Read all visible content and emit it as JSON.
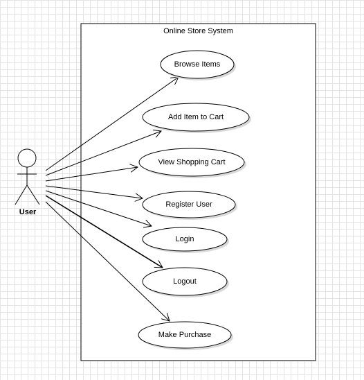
{
  "diagram": {
    "system_title": "Online Store System",
    "actor_label": "User",
    "use_cases": [
      {
        "id": "browse",
        "label": "Browse Items"
      },
      {
        "id": "add-cart",
        "label": "Add Item to Cart"
      },
      {
        "id": "view-cart",
        "label": "View Shopping Cart"
      },
      {
        "id": "register",
        "label": "Register User"
      },
      {
        "id": "login",
        "label": "Login"
      },
      {
        "id": "logout",
        "label": "Logout"
      },
      {
        "id": "purchase",
        "label": "Make Purchase"
      }
    ],
    "colors": {
      "line": "#000000",
      "shape_fill": "#ffffff",
      "shadow": "#d9d9d9",
      "grid": "#e4e4e4"
    }
  }
}
